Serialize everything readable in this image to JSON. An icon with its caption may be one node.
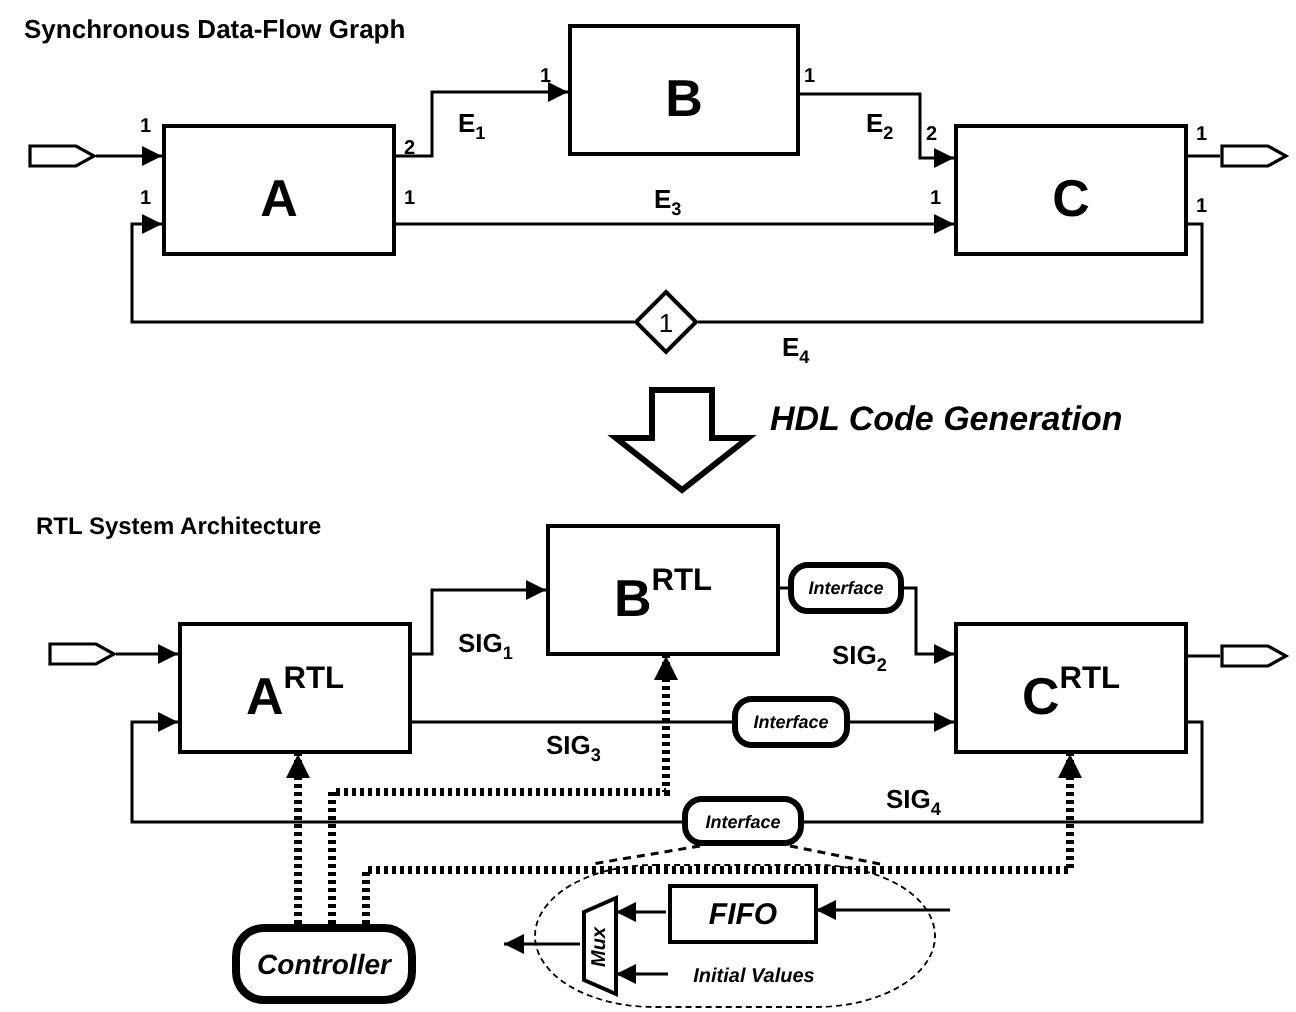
{
  "diagram": {
    "title": "Synchronous Data-Flow Graph",
    "nodes": [
      {
        "text": [],
        "shape": "box"
      },
      {
        "text": [
          "A"
        ]
      },
      {
        "text": [
          "B"
        ]
      },
      {
        "text": [
          "C"
        ]
      },
      {
        "text": [],
        "shape": "box"
      },
      {
        "text": [
          "1"
        ]
      },
      {
        "text": [],
        "shape": "box"
      },
      {
        "text": [
          "A$^{RTL}$"
        ]
      },
      {
        "text": [
          "B$^{RTL}$"
        ]
      },
      {
        "text": [
          "Interface"
        ]
      },
      {
        "text": [
          "C$^{RTL}$"
        ]
      },
      {
        "text": [],
        "shape": "box"
      },
      {
        "text": [
          "Interface"
        ]
      },
      {
        "text": [
          "Interface"
        ]
      },
      {
        "text": [
          "Controller"
        ]
      },
      {
        "text": [],
        "shape": "circle"
      },
      {
        "text": [
          "Mux"
        ],
        "in": 15
      },
      {
        "text": [
          "FIFO"
        ],
        "in": 15
      },
      {
        "text": [
          "Initial Values"
        ],
        "in": 15
      }
    ],
    "edges": [
      {
        "from": 0,
        "to": 1,
        "arrow": "to"
      },
      {
        "from": 1,
        "to": 2,
        "arrow": "to",
        "label": "E$_{1}$"
      },
      {
        "from": 2,
        "to": 3,
        "arrow": "to",
        "label": "E$_{2}$"
      },
      {
        "from": 1,
        "to": 3,
        "arrow": "to",
        "label": "E$_{3}$"
      },
      {
        "from": 3,
        "to": 4,
        "arrow": "none"
      },
      {
        "from": 3,
        "to": 5,
        "arrow": "none",
        "label": "E$_{4}$"
      },
      {
        "from": 5,
        "to": 1,
        "arrow": "to"
      },
      {
        "from": 6,
        "to": 7,
        "arrow": "to"
      },
      {
        "from": 7,
        "to": 8,
        "arrow": "to",
        "label": "SIG$_{1}$"
      },
      {
        "from": 8,
        "to": 9,
        "arrow": "none"
      },
      {
        "from": 9,
        "to": 10,
        "arrow": "to",
        "label": "SIG$_{2}$"
      },
      {
        "from": 7,
        "to": 12,
        "arrow": "none",
        "label": "SIG$_{3}$"
      },
      {
        "from": 12,
        "to": 10,
        "arrow": "to"
      },
      {
        "from": 10,
        "to": 13,
        "arrow": "none",
        "label": "SIG$_{4}$"
      },
      {
        "from": 13,
        "to": 7,
        "arrow": "to"
      },
      {
        "from": 14,
        "to": 7,
        "arrow": "to",
        "style": "dashed"
      },
      {
        "from": 14,
        "to": 8,
        "arrow": "to",
        "style": "dashed"
      },
      {
        "from": 14,
        "to": 10,
        "arrow": "to",
        "style": "dashed"
      },
      {
        "from": 13,
        "to": 15,
        "arrow": "none",
        "style": "dashed"
      },
      {
        "from": 13,
        "to": 15,
        "arrow": "none",
        "style": "dashed"
      },
      {
        "from": 17,
        "to": 16,
        "arrow": "to"
      },
      {
        "from": 18,
        "to": 16,
        "arrow": "to"
      },
      {
        "from": null,
        "to": 17,
        "arrow": "to"
      },
      {
        "from": 16,
        "to": null,
        "arrow": "to"
      },
      {
        "from": 10,
        "to": 11,
        "arrow": "none"
      },
      {
        "from": 5,
        "to": 8,
        "arrow": "to",
        "style": "thick",
        "label": "HDL Code Generation"
      }
    ],
    "labels": [
      "1",
      "2",
      "1",
      "1",
      "1",
      "1",
      "2",
      "1",
      "1",
      "1",
      "RTL System Architecture"
    ]
  }
}
